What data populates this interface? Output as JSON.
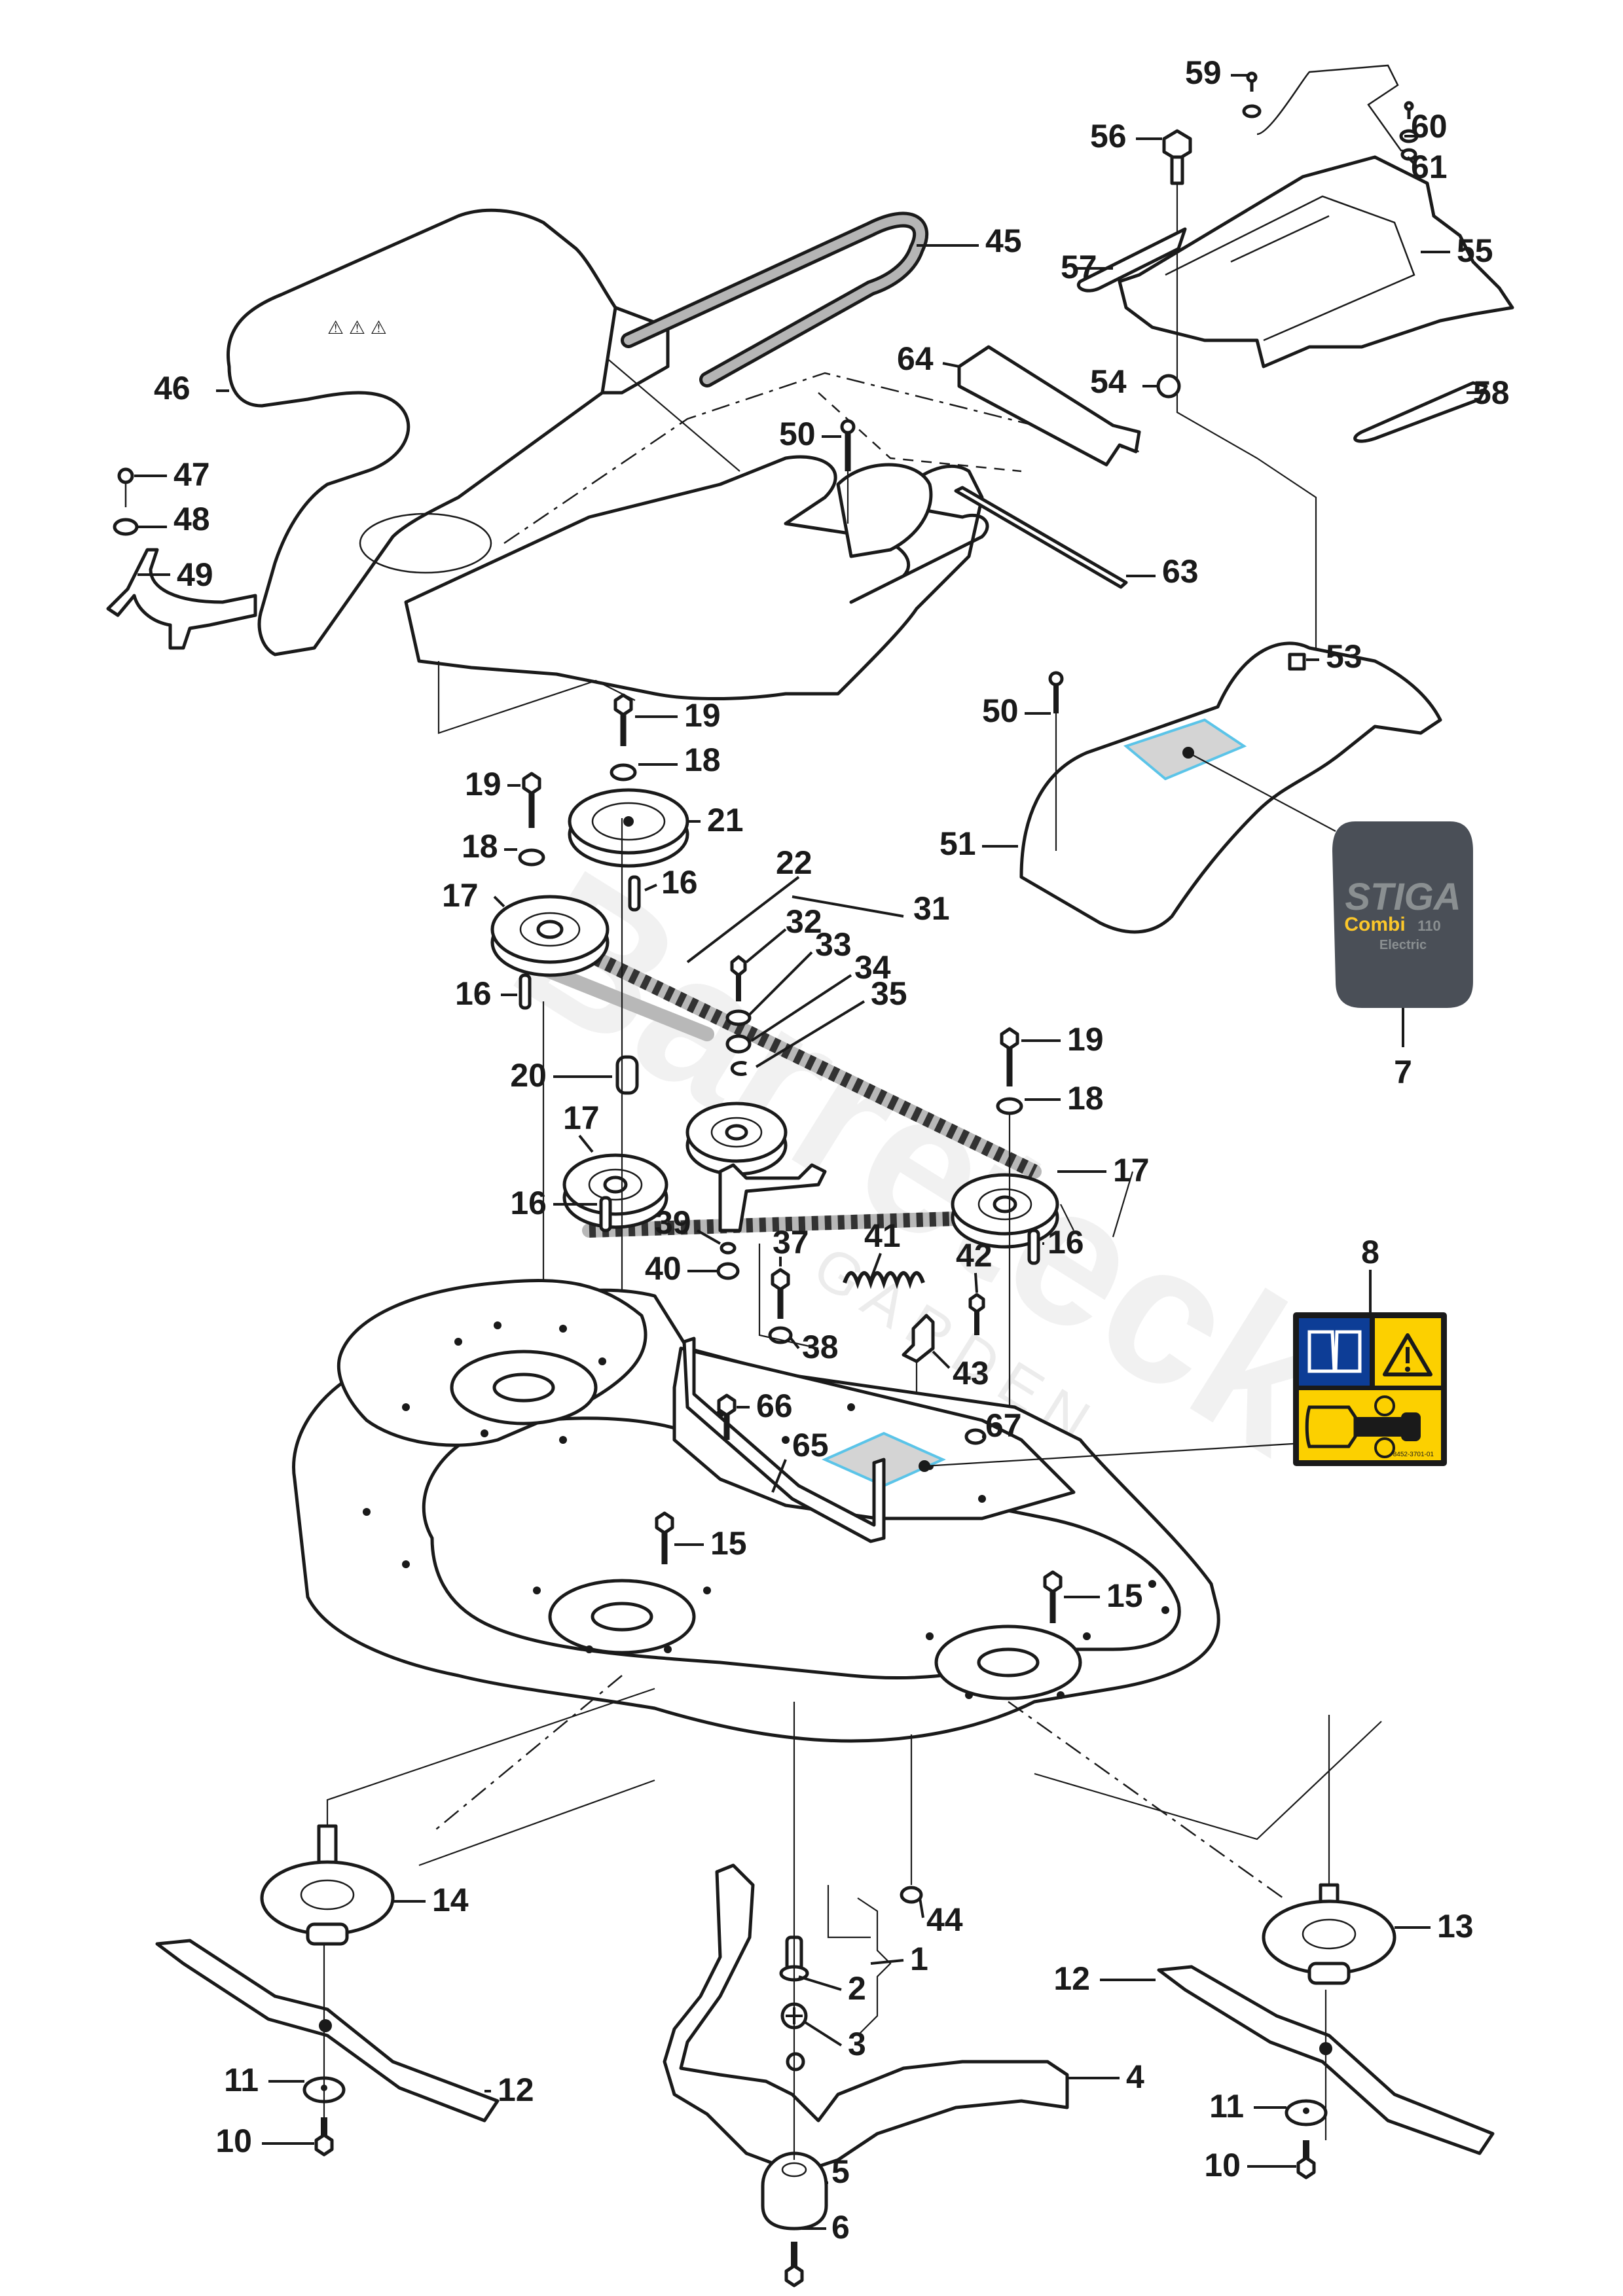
{
  "document": {
    "type": "exploded parts diagram",
    "subject": "mower deck with belt drive, covers and blades"
  },
  "watermark": {
    "main": "Barreteck",
    "sub": "GARDEN"
  },
  "decal_7": {
    "brand": "STIGA",
    "model": "Combi",
    "model_number": "110",
    "variant": "Electric",
    "background_color": "#4a4f57",
    "brand_color": "#8a8f91",
    "model_color": "#fcc72a"
  },
  "decal_8": {
    "code": "8452-3701-01",
    "manual_icon_bg": "#0d3d96",
    "warning_bg": "#fcd000",
    "icons": [
      "read-manual-icon",
      "warning-triangle-icon",
      "mower-top-view-icon"
    ]
  },
  "callouts": [
    {
      "id": "1"
    },
    {
      "id": "2"
    },
    {
      "id": "3"
    },
    {
      "id": "4"
    },
    {
      "id": "5"
    },
    {
      "id": "6"
    },
    {
      "id": "7"
    },
    {
      "id": "8"
    },
    {
      "id": "10"
    },
    {
      "id": "10"
    },
    {
      "id": "11"
    },
    {
      "id": "11"
    },
    {
      "id": "12"
    },
    {
      "id": "12"
    },
    {
      "id": "13"
    },
    {
      "id": "14"
    },
    {
      "id": "15"
    },
    {
      "id": "15"
    },
    {
      "id": "16"
    },
    {
      "id": "16"
    },
    {
      "id": "16"
    },
    {
      "id": "16"
    },
    {
      "id": "17"
    },
    {
      "id": "17"
    },
    {
      "id": "17"
    },
    {
      "id": "18"
    },
    {
      "id": "18"
    },
    {
      "id": "18"
    },
    {
      "id": "19"
    },
    {
      "id": "19"
    },
    {
      "id": "19"
    },
    {
      "id": "20"
    },
    {
      "id": "21"
    },
    {
      "id": "22"
    },
    {
      "id": "31"
    },
    {
      "id": "32"
    },
    {
      "id": "33"
    },
    {
      "id": "34"
    },
    {
      "id": "35"
    },
    {
      "id": "37"
    },
    {
      "id": "38"
    },
    {
      "id": "39"
    },
    {
      "id": "40"
    },
    {
      "id": "41"
    },
    {
      "id": "42"
    },
    {
      "id": "43"
    },
    {
      "id": "44"
    },
    {
      "id": "45"
    },
    {
      "id": "46"
    },
    {
      "id": "47"
    },
    {
      "id": "48"
    },
    {
      "id": "49"
    },
    {
      "id": "50"
    },
    {
      "id": "50"
    },
    {
      "id": "51"
    },
    {
      "id": "53"
    },
    {
      "id": "54"
    },
    {
      "id": "55"
    },
    {
      "id": "56"
    },
    {
      "id": "57"
    },
    {
      "id": "58"
    },
    {
      "id": "59"
    },
    {
      "id": "60"
    },
    {
      "id": "61"
    },
    {
      "id": "63"
    },
    {
      "id": "64"
    },
    {
      "id": "65"
    },
    {
      "id": "66"
    },
    {
      "id": "67"
    }
  ]
}
